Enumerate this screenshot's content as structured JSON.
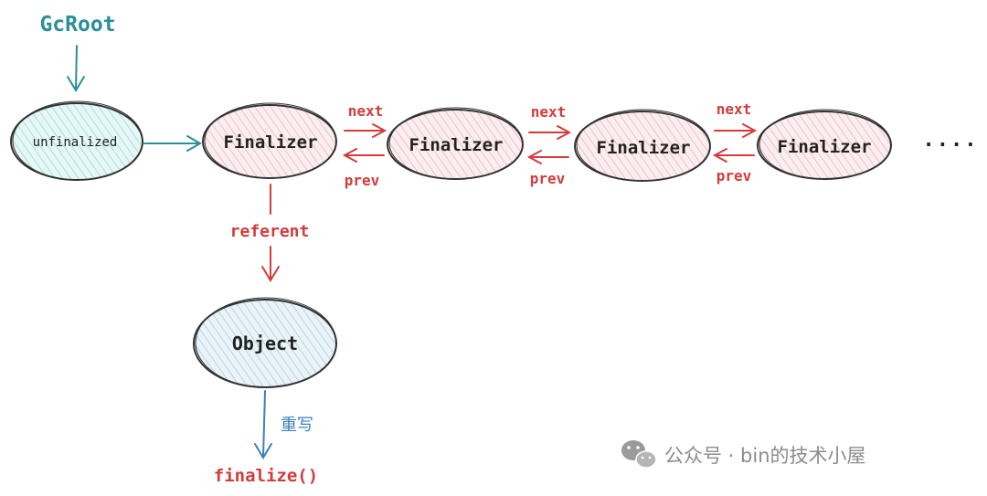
{
  "diagram": {
    "gc_root": "GcRoot",
    "unfinalized": "unfinalized",
    "finalizers": [
      "Finalizer",
      "Finalizer",
      "Finalizer",
      "Finalizer"
    ],
    "next_label": "next",
    "prev_label": "prev",
    "ellipsis": "····",
    "referent_label": "referent",
    "object": "Object",
    "override_label": "重写",
    "method": "finalize()"
  },
  "watermark": {
    "text": "公众号 · bin的技术小屋",
    "icon": "wechat-icon"
  },
  "colors": {
    "teal": "#2a8f98",
    "red": "#d23c3c",
    "blue": "#3b7fc0",
    "pink_fill": "#f6dde3",
    "teal_fill": "#c7ecea",
    "blue_fill": "#cfe3ee"
  }
}
